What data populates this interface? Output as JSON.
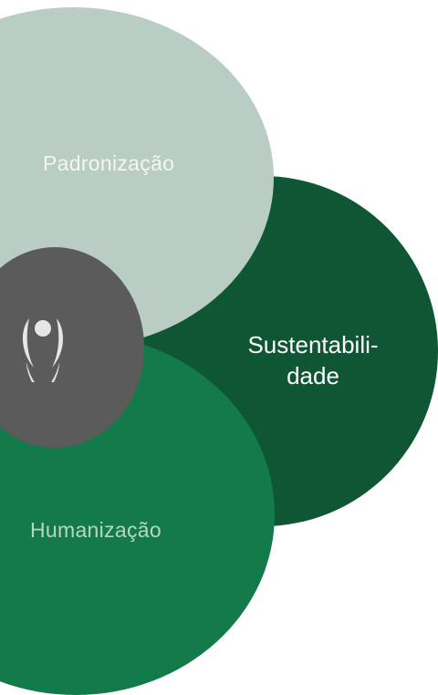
{
  "circles": {
    "padronizacao": {
      "label": "Padronização",
      "color": "#b9cdc4"
    },
    "sustentabilidade": {
      "label_line1": "Sustentabili-",
      "label_line2": "dade",
      "color": "#0f5634"
    },
    "humanizacao": {
      "label": "Humanização",
      "color": "#137a4a"
    },
    "logo": {
      "icon": "person-logo-icon",
      "color": "#5b5b5b"
    }
  }
}
